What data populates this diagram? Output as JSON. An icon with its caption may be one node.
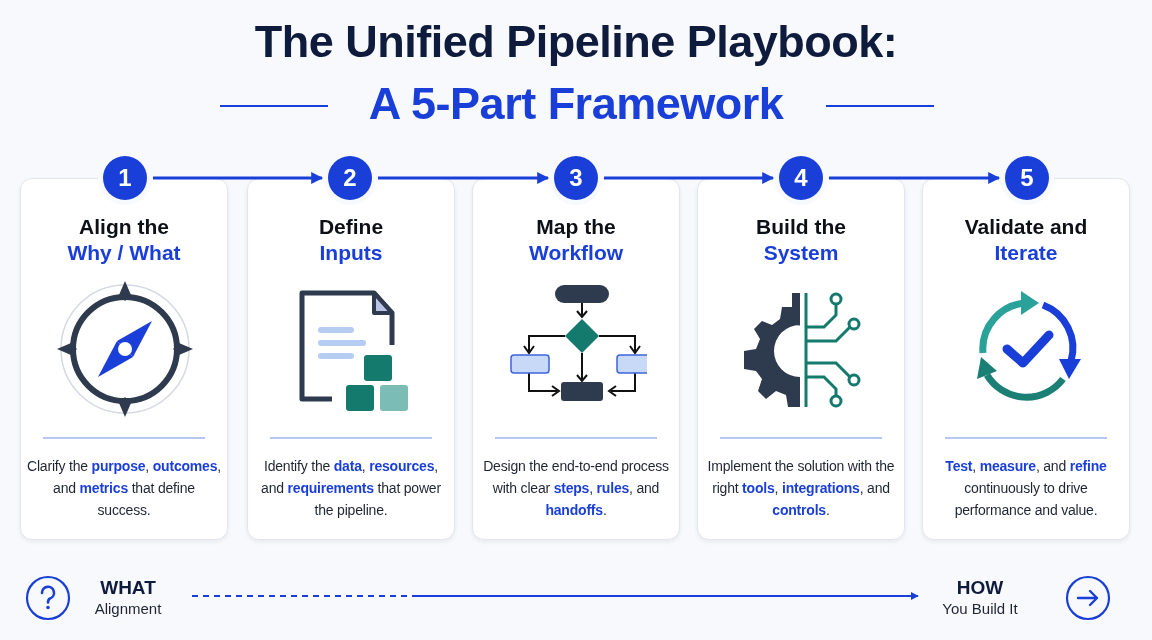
{
  "diagram": {
    "title": "The Unified Pipeline Playbook:",
    "nodes": [
      {
        "text": [
          "1"
        ]
      },
      {
        "text": [
          "2"
        ]
      },
      {
        "text": [
          "3"
        ]
      },
      {
        "text": [
          "4"
        ]
      },
      {
        "text": [
          "5"
        ]
      },
      {
        "text": [
          "Align the",
          "Why / What",
          "Clarify the **purpose**, **outcomes**, and **metrics** that define success."
        ]
      },
      {
        "text": [
          "Define",
          "Inputs",
          "Identify the **data**, **resources**, and **requirements** that power the pipeline."
        ]
      },
      {
        "text": [
          "Map the",
          "Workflow",
          "Design the end-to-end process with clear **steps**, **rules**, and **handoffs**."
        ]
      },
      {
        "text": [
          "Build the",
          "System",
          "Implement the solution with the right **tools**, **integrations**, and **controls**."
        ]
      },
      {
        "text": [
          "Validate and",
          "Iterate",
          "**Test**, **measure**, and **refine** continuously to drive performance and value."
        ]
      },
      {
        "text": [
          "WHAT",
          "Alignment"
        ]
      },
      {
        "text": [
          "HOW",
          "You Build It"
        ]
      }
    ],
    "edges": [
      {
        "from": 0,
        "to": 1,
        "arrow": "to"
      },
      {
        "from": 1,
        "to": 2,
        "arrow": "to"
      },
      {
        "from": 2,
        "to": 3,
        "arrow": "to"
      },
      {
        "from": 3,
        "to": 4,
        "arrow": "to"
      },
      {
        "from": 10,
        "to": 11,
        "arrow": "to",
        "style": "dashed"
      }
    ],
    "labels": [
      "A 5-Part Framework"
    ]
  }
}
